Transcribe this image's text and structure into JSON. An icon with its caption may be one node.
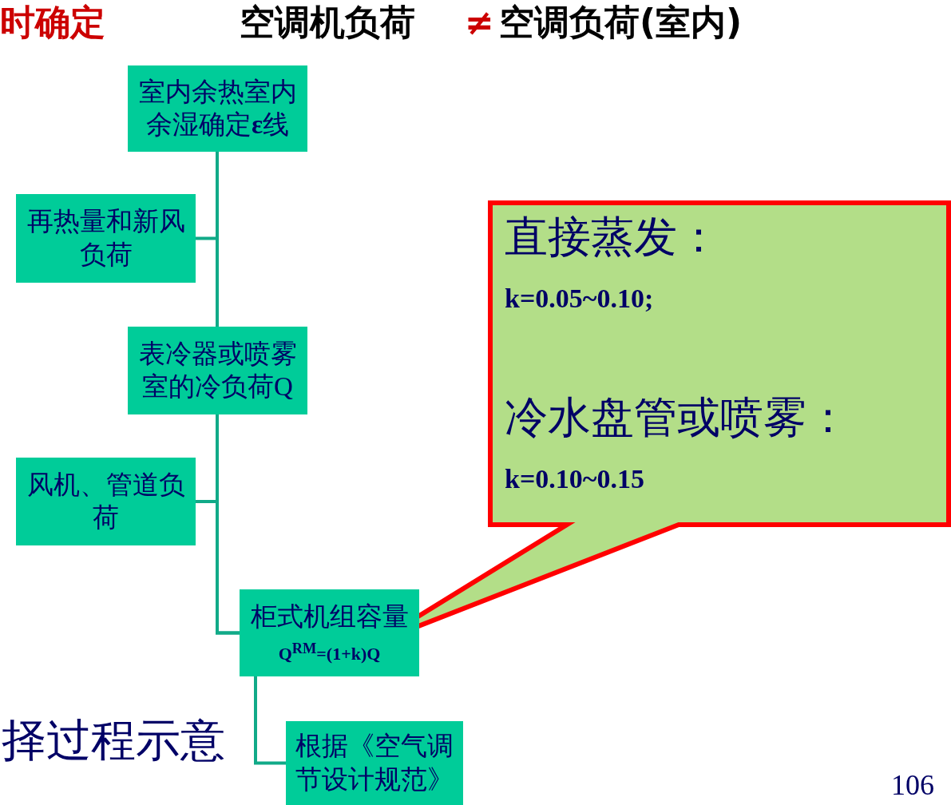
{
  "diagram": {
    "nodes": [
      {
        "text": [
          "室内余热室内余湿确定**ε**线"
        ]
      },
      {
        "text": [
          "再热量和新风负荷"
        ]
      },
      {
        "text": [
          "表冷器或喷雾室的冷负荷Q"
        ]
      },
      {
        "text": [
          "风机、管道负荷"
        ]
      },
      {
        "text": [
          "柜式机组容量",
          "Q$^{RM}$=(1+k)Q"
        ]
      },
      {
        "text": [
          "根据《空气调节设计规范》"
        ]
      },
      {
        "text": [
          "直接蒸发：",
          "k=0.05~0.10;",
          "冷水盘管或喷雾：",
          "k=0.10~0.15"
        ]
      }
    ],
    "edges": [
      {
        "from": 0,
        "to": 2,
        "arrow": "none"
      },
      {
        "from": 1,
        "to": 2,
        "arrow": "none"
      },
      {
        "from": 2,
        "to": 4,
        "arrow": "none"
      },
      {
        "from": 3,
        "to": 4,
        "arrow": "none"
      },
      {
        "from": 4,
        "to": 5,
        "arrow": "none"
      }
    ],
    "labels": [
      "时确定",
      "空调机负荷",
      "≠",
      "空调负荷(室内)",
      "择过程示意",
      "106"
    ]
  }
}
